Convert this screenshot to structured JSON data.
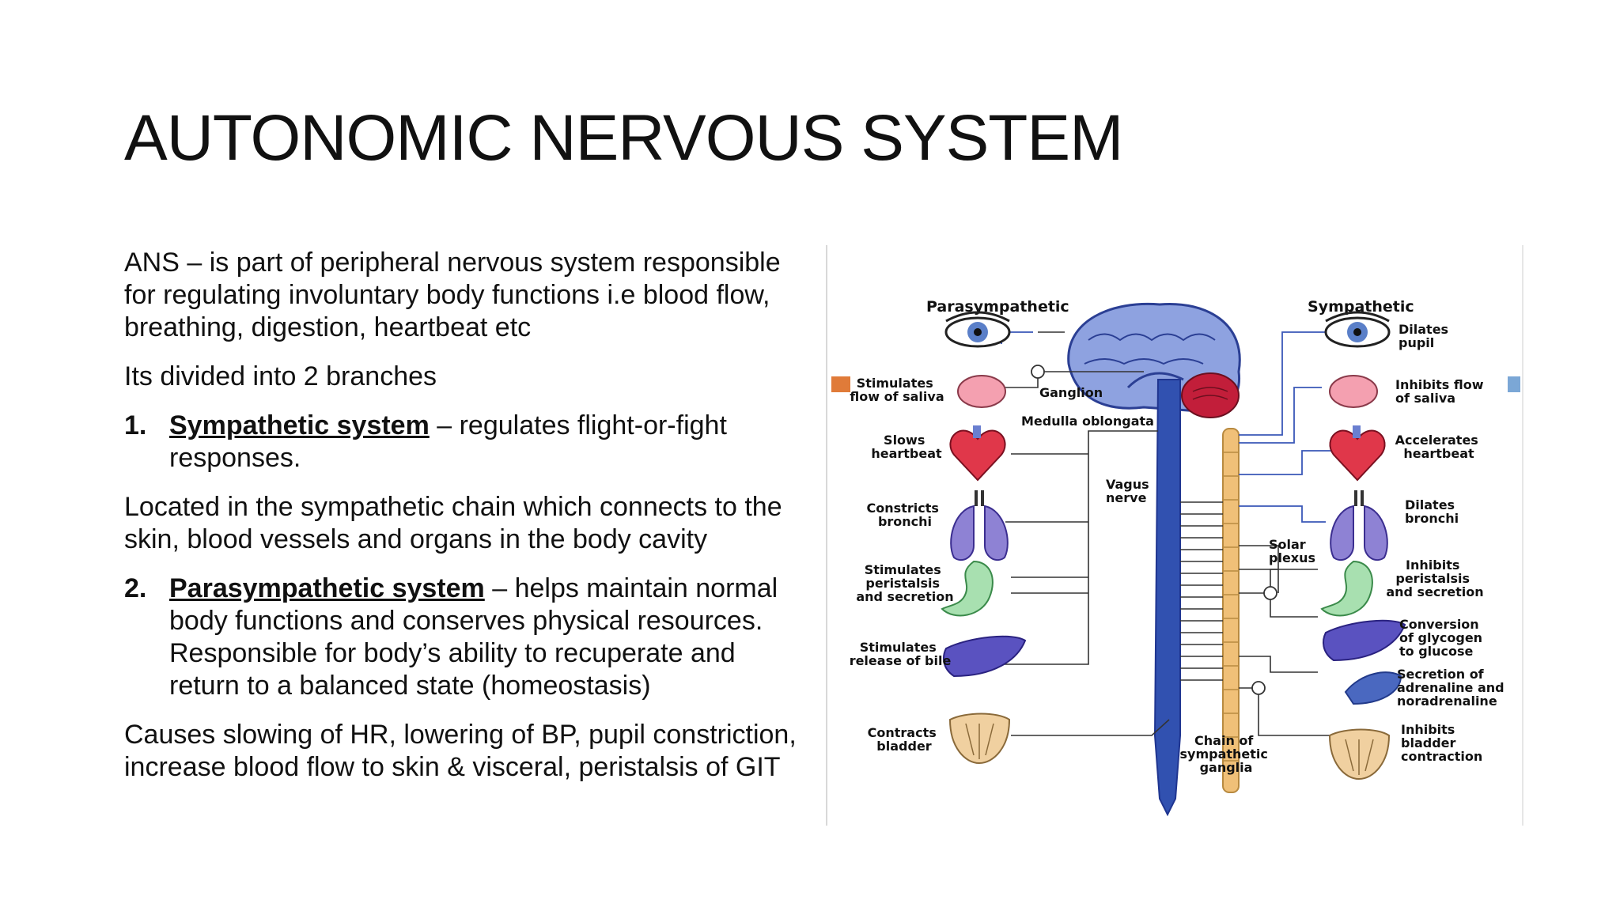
{
  "title": "AUTONOMIC NERVOUS SYSTEM",
  "intro": "ANS – is part of peripheral nervous system responsible for regulating involuntary body functions i.e blood flow, breathing, digestion, heartbeat etc",
  "divided": "Its divided into 2 branches",
  "item1": {
    "num": "1.",
    "term": "Sympathetic system",
    "rest": " – regulates flight-or-fight responses."
  },
  "located": "Located in the sympathetic chain which connects to the skin, blood vessels and organs in the body cavity",
  "item2": {
    "num": "2.",
    "term": "Parasympathetic system",
    "rest": " – helps maintain normal body functions and conserves physical resources. Responsible for body’s ability to recuperate and return to a balanced state (homeostasis)"
  },
  "causes": "Causes slowing of HR, lowering of BP, pupil constriction, increase blood flow to skin & visceral, peristalsis of GIT",
  "diagram": {
    "parasympathetic_header": "Parasympathetic",
    "sympathetic_header": "Sympathetic",
    "left_labels": [
      [
        "Stimulates",
        "flow of saliva"
      ],
      [
        "Slows",
        "heartbeat"
      ],
      [
        "Constricts",
        "bronchi"
      ],
      [
        "Stimulates",
        "peristalsis",
        "and secretion"
      ],
      [
        "Stimulates",
        "release of bile"
      ],
      [
        "Contracts",
        "bladder"
      ]
    ],
    "right_labels": [
      [
        "Dilates",
        "pupil"
      ],
      [
        "Inhibits flow",
        "of saliva"
      ],
      [
        "Accelerates",
        "heartbeat"
      ],
      [
        "Dilates",
        "bronchi"
      ],
      [
        "Inhibits",
        "peristalsis",
        "and secretion"
      ],
      [
        "Conversion",
        "of glycogen",
        "to glucose"
      ],
      [
        "Secretion of",
        "adrenaline and",
        "noradrenaline"
      ],
      [
        "Inhibits",
        "bladder",
        "contraction"
      ]
    ],
    "center_labels": {
      "ganglion": "Ganglion",
      "medulla": "Medulla oblongata",
      "vagus": [
        "Vagus",
        "nerve"
      ],
      "solar": [
        "Solar",
        "plexus"
      ],
      "chain": [
        "Chain of",
        "sympathetic",
        "ganglia"
      ]
    },
    "colors": {
      "marker_left": "#e07b39",
      "marker_right": "#7ba7d6",
      "cord": "#3151b0",
      "chain": "#f0c078",
      "brain": "#8ea2e0"
    }
  }
}
